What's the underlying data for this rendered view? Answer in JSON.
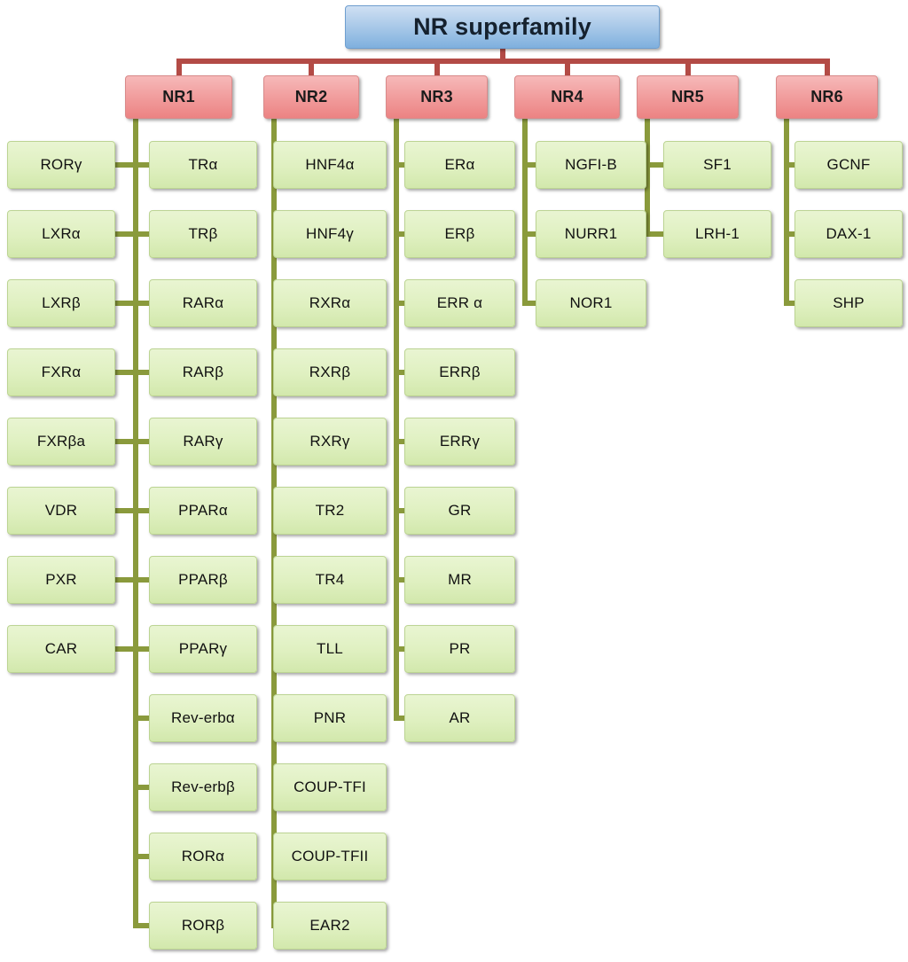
{
  "diagram": {
    "title": "NR superfamily",
    "type": "hierarchy-tree",
    "colors": {
      "root_fill": "#a8c8e8",
      "family_fill": "#ef9494",
      "leaf_fill": "#dff0c0",
      "root_connector": "#b34b46",
      "leaf_connector": "#8a9a3c"
    },
    "families": [
      {
        "id": "NR1",
        "label": "NR1",
        "members": [
          "TRα",
          "TRβ",
          "RARα",
          "RARβ",
          "RARγ",
          "PPARα",
          "PPARβ",
          "PPARγ",
          "Rev-erbα",
          "Rev-erbβ",
          "RORα",
          "RORβ"
        ],
        "extra_members": [
          "RORγ",
          "LXRα",
          "LXRβ",
          "FXRα",
          "FXRβa",
          "VDR",
          "PXR",
          "CAR"
        ]
      },
      {
        "id": "NR2",
        "label": "NR2",
        "members": [
          "HNF4α",
          "HNF4γ",
          "RXRα",
          "RXRβ",
          "RXRγ",
          "TR2",
          "TR4",
          "TLL",
          "PNR",
          "COUP-TFI",
          "COUP-TFII",
          "EAR2"
        ],
        "extra_members": []
      },
      {
        "id": "NR3",
        "label": "NR3",
        "members": [
          "ERα",
          "ERβ",
          "ERR α",
          "ERRβ",
          "ERRγ",
          "GR",
          "MR",
          "PR",
          "AR"
        ],
        "extra_members": []
      },
      {
        "id": "NR4",
        "label": "NR4",
        "members": [
          "NGFI-B",
          "NURR1",
          "NOR1"
        ],
        "extra_members": []
      },
      {
        "id": "NR5",
        "label": "NR5",
        "members": [
          "SF1",
          "LRH-1"
        ],
        "extra_members": []
      },
      {
        "id": "NR6",
        "label": "NR6",
        "members": [
          "GCNF",
          "DAX-1",
          "SHP"
        ],
        "extra_members": []
      }
    ]
  }
}
